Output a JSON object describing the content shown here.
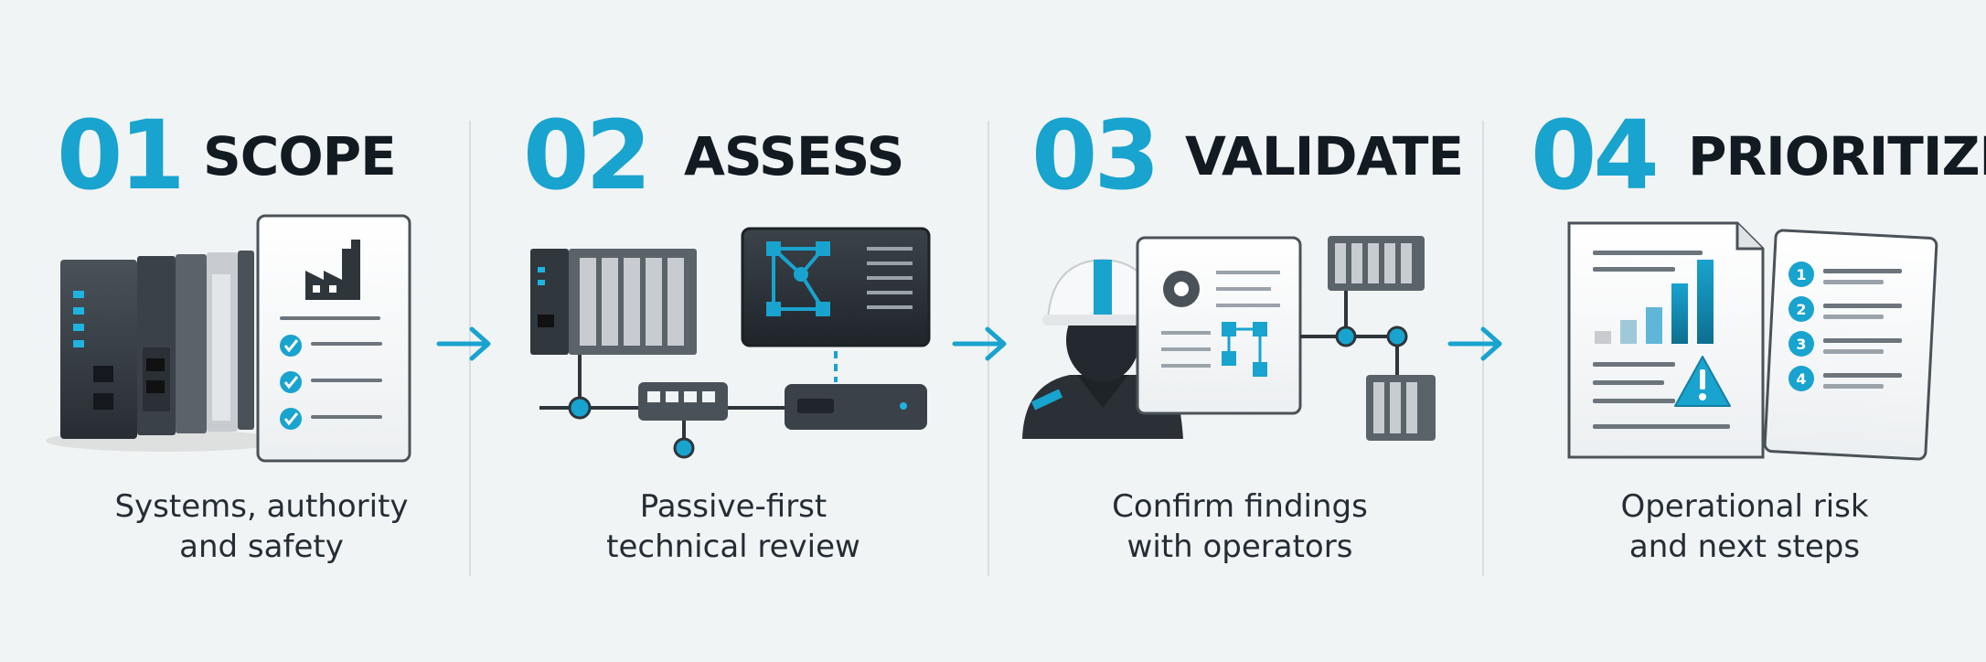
{
  "steps": [
    {
      "number": "01",
      "title": "SCOPE",
      "caption_lines": [
        "Systems, authority",
        "and safety"
      ]
    },
    {
      "number": "02",
      "title": "ASSESS",
      "caption_lines": [
        "Passive-first",
        "technical review"
      ]
    },
    {
      "number": "03",
      "title": "VALIDATE",
      "caption_lines": [
        "Confirm findings",
        "with operators"
      ]
    },
    {
      "number": "04",
      "title": "PRIORITIZE",
      "caption_lines": [
        "Operational risk",
        "and next steps"
      ]
    }
  ],
  "checklist_numbers": [
    "1",
    "2",
    "3",
    "4"
  ],
  "colors": {
    "accent": "#19a3cf",
    "title": "#121a22",
    "text": "#242d35",
    "background": "#f1f4f4",
    "device": "#3a4148"
  },
  "icons": [
    "plc-rack-icon",
    "factory-document-icon",
    "network-switch-icon",
    "network-diagram-monitor-icon",
    "engineer-icon",
    "report-chart-icon",
    "warning-icon",
    "numbered-list-icon",
    "arrow-right-icon"
  ]
}
